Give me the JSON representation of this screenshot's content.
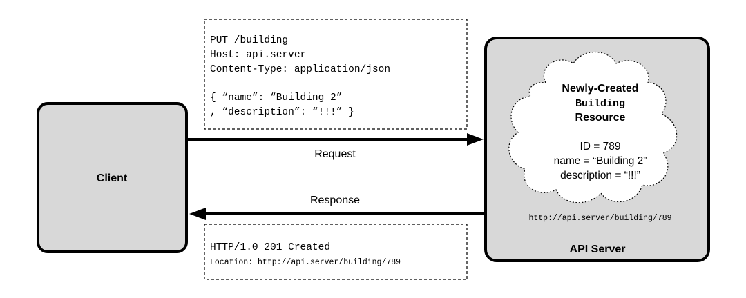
{
  "client": {
    "label": "Client"
  },
  "server": {
    "label": "API Server",
    "url": "http://api.server/building/789"
  },
  "resource": {
    "title_line1": "Newly-Created",
    "title_line2": "Building",
    "title_line3": "Resource",
    "id": "ID = 789",
    "name": "name = “Building 2”",
    "description": "description = “!!!”"
  },
  "request_box": {
    "line1": "PUT /building",
    "line2": "Host: api.server",
    "line3": "Content-Type: application/json",
    "line4": "{ “name”: “Building 2”",
    "line5": ", “description”: “!!!” }"
  },
  "response_box": {
    "line1": "HTTP/1.0 201 Created",
    "line2": "Location: http://api.server/building/789"
  },
  "arrows": {
    "request_label": "Request",
    "response_label": "Response"
  }
}
